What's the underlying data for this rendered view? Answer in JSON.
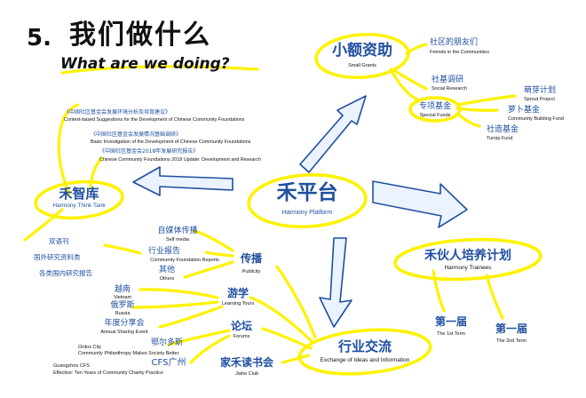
{
  "title": {
    "number": "5.",
    "zh": "我们做什么",
    "en": "What are we doing?"
  },
  "center": {
    "zh": "禾平台",
    "en": "Harmony Platform"
  },
  "small_grants": {
    "zh": "小额资助",
    "en": "Small Grants",
    "friends": {
      "zh": "社区的朋友们",
      "en": "Friends in the Communities"
    },
    "research": {
      "zh": "社基调研",
      "en": "Social Research"
    },
    "special": {
      "zh": "专项基金",
      "en": "Special Funds"
    },
    "sprout": {
      "zh": "萌芽计划",
      "en": "Sprout Project"
    },
    "turnip": {
      "zh": "萝卜基金",
      "en": "Community Building Fund"
    },
    "creation": {
      "zh": "社造基金",
      "en": "Turnip Fund"
    }
  },
  "think_tank": {
    "zh": "禾智库",
    "en": "Harmony Think Tank",
    "reports": [
      {
        "zh": "《中国社区基金会发展环境分析及培育建议》",
        "en": "Context-based Suggestions for the Development of Chinese Community Foundations"
      },
      {
        "zh": "《中国社区基金会发展情况基础调研》",
        "en": "Basic Investigation of the Development of Chinese Community Foundations"
      },
      {
        "zh": "《中国社区基金会2018年发展研究报告》",
        "en": "Chinese Community Foundations 2018 Update: Development and Research"
      }
    ],
    "left_items": [
      "双语刊",
      "国外研究资料类",
      "各类国内研究报告"
    ]
  },
  "trainees": {
    "zh": "禾伙人培养计划",
    "en": "Harmony Trainees",
    "first": {
      "zh": "第一届",
      "en": "The 1st Term"
    },
    "second": {
      "zh": "第一届",
      "en": "The 2nd Term"
    }
  },
  "publicity": {
    "zh": "传播",
    "en": "Publicity",
    "items": [
      {
        "zh": "自媒体传播",
        "en": "Self media"
      },
      {
        "zh": "行业报告",
        "en": "Community Foundation Reports"
      },
      {
        "zh": "其他",
        "en": "Others"
      }
    ]
  },
  "learning": {
    "zh": "游学",
    "en": "Learning Tours",
    "items": [
      {
        "zh": "越南",
        "en": "Vietnam"
      },
      {
        "zh": "俄罗斯",
        "en": "Russia"
      }
    ]
  },
  "annual": {
    "zh": "年度分享会",
    "en": "Annual Sharing Event"
  },
  "forums": {
    "zh": "论坛",
    "en": "Forums",
    "ordos": {
      "zh": "鄂尔多斯",
      "en1": "Ordos City",
      "en2": "Community Philanthropy Makes Society Better"
    },
    "cfs": {
      "zh": "CFS广州",
      "en1": "Guangzhou CFS",
      "en2": "Effective: Ten Years of Community Charity Practice"
    }
  },
  "jiahe": {
    "zh": "家禾读书会",
    "en": "Jiahe Club"
  },
  "exchange": {
    "zh": "行业交流",
    "en": "Exchange of Ideas and Information"
  },
  "colors": {
    "ink": "#1f4fa0",
    "highlight": "#fff200",
    "arrow_fill": "#eaf3ff",
    "arrow_stroke": "#1f4fa0"
  }
}
